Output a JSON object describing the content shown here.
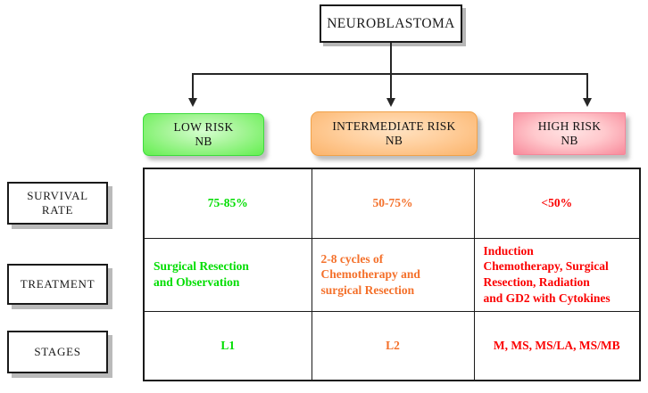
{
  "diagram": {
    "root": {
      "label": "NEUROBLASTOMA"
    },
    "risk_groups": [
      {
        "name": "low",
        "line1": "LOW RISK",
        "line2": "NB",
        "fill": "#63ef4f",
        "border": "#3ddb3d"
      },
      {
        "name": "intermediate",
        "line1": "INTERMEDIATE RISK",
        "line2": "NB",
        "fill": "#fbb36a",
        "border": "#f0a24a"
      },
      {
        "name": "high",
        "line1": "HIGH RISK",
        "line2": "NB",
        "fill": "#f8899a",
        "border": "#f4879a"
      }
    ],
    "row_labels": {
      "survival": {
        "line1": "SURVIVAL",
        "line2": "RATE"
      },
      "treatment": {
        "line1": "TREATMENT"
      },
      "stages": {
        "line1": "STAGES"
      }
    },
    "matrix": {
      "survival_rate": {
        "low": "75-85%",
        "intermediate": "50-75%",
        "high": "<50%"
      },
      "treatment": {
        "low": {
          "line1": "Surgical Resection",
          "line2": "and Observation"
        },
        "intermediate": {
          "line1": "2-8 cycles of",
          "line2": "Chemotherapy and",
          "line3": "surgical Resection"
        },
        "high": {
          "line1": "Induction",
          "line2": "Chemotherapy, Surgical",
          "line3": "Resection, Radiation",
          "line4": "and GD2 with Cytokines"
        }
      },
      "stages": {
        "low": "L1",
        "intermediate": "L2",
        "high": "M, MS, MS/LA, MS/MB"
      }
    },
    "colors": {
      "low_text": "#00dd00",
      "intermediate_text": "#f4702a",
      "high_text": "#fb0000",
      "line": "#1a1a1a",
      "shadow": "#b2b2b2"
    }
  }
}
